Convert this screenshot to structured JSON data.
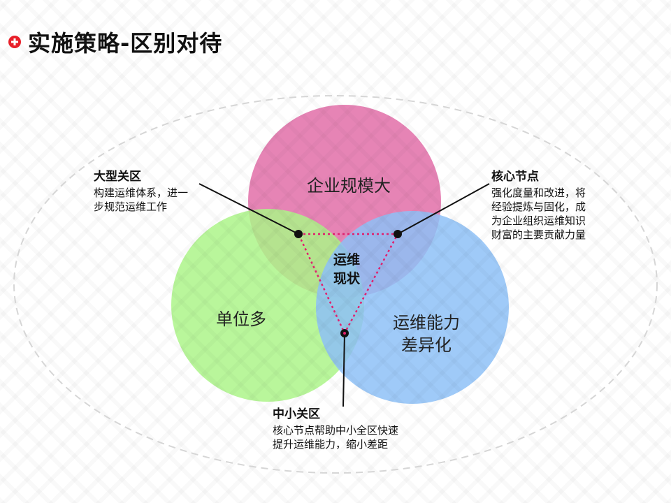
{
  "title": "实施策略-区别对待",
  "circles": [
    {
      "id": "enterprise",
      "label_lines": [
        "企业规模大"
      ],
      "color": "#e26fa8"
    },
    {
      "id": "units",
      "label_lines": [
        "单位多"
      ],
      "color": "#adf48a"
    },
    {
      "id": "capability",
      "label_lines": [
        "运维能力",
        "差异化"
      ],
      "color": "#8ec1f7"
    }
  ],
  "center": {
    "line1": "运维",
    "line2": "现状"
  },
  "callouts": {
    "large": {
      "title": "大型关区",
      "lines": [
        "构建运维体系，进一",
        "步规范运维工作"
      ]
    },
    "core": {
      "title": "核心节点",
      "lines": [
        "强化度量和改进，将",
        "经验提炼与固化，成",
        "为企业组织运维知识",
        "财富的主要贡献力量"
      ]
    },
    "small": {
      "title": "中小关区",
      "lines": [
        "核心节点帮助中小全区快速",
        "提升运维能力，缩小差距"
      ]
    }
  },
  "colors": {
    "accent": "#e8202a",
    "triangle": "#e0206e",
    "dot": "#111111"
  }
}
